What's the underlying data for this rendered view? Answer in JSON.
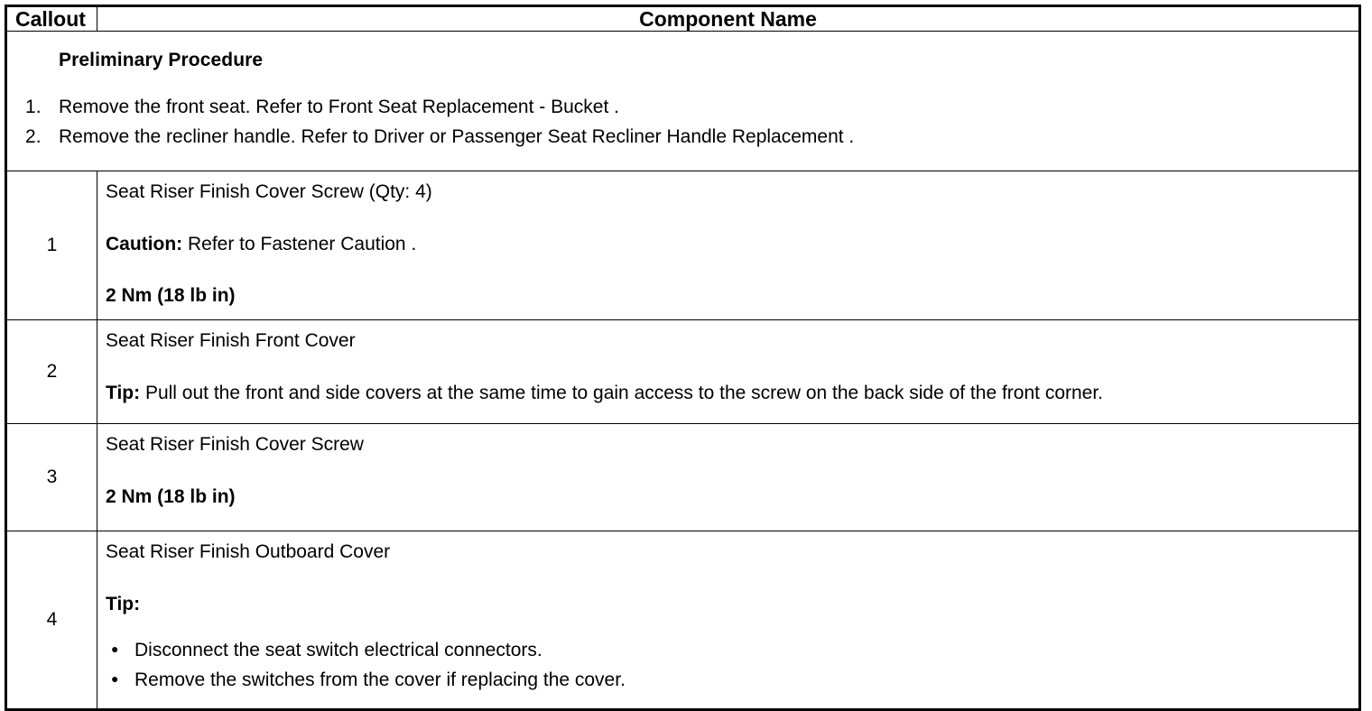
{
  "table": {
    "headers": {
      "callout": "Callout",
      "component_name": "Component Name"
    },
    "preliminary": {
      "title": "Preliminary Procedure",
      "steps": [
        "Remove the front seat. Refer to Front Seat Replacement - Bucket .",
        "Remove the recliner handle. Refer to Driver or Passenger Seat Recliner Handle Replacement ."
      ]
    },
    "rows": [
      {
        "callout": "1",
        "name": "Seat Riser Finish Cover Screw (Qty: 4)",
        "notice_label": "Caution:",
        "notice_text": " Refer to Fastener Caution .",
        "torque": "2 Nm (18 lb in)"
      },
      {
        "callout": "2",
        "name": "Seat Riser Finish Front Cover",
        "notice_label": "Tip:",
        "notice_text": " Pull out the front and side covers at the same time to gain access to the screw on the back side of the front corner."
      },
      {
        "callout": "3",
        "name": "Seat Riser Finish Cover Screw",
        "torque": "2 Nm (18 lb in)"
      },
      {
        "callout": "4",
        "name": "Seat Riser Finish Outboard Cover",
        "notice_label": "Tip:",
        "bullets": [
          "Disconnect the seat switch electrical connectors.",
          "Remove the switches from the cover if replacing the cover."
        ]
      }
    ]
  },
  "colors": {
    "background": "#ffffff",
    "text": "#000000",
    "border": "#000000"
  }
}
